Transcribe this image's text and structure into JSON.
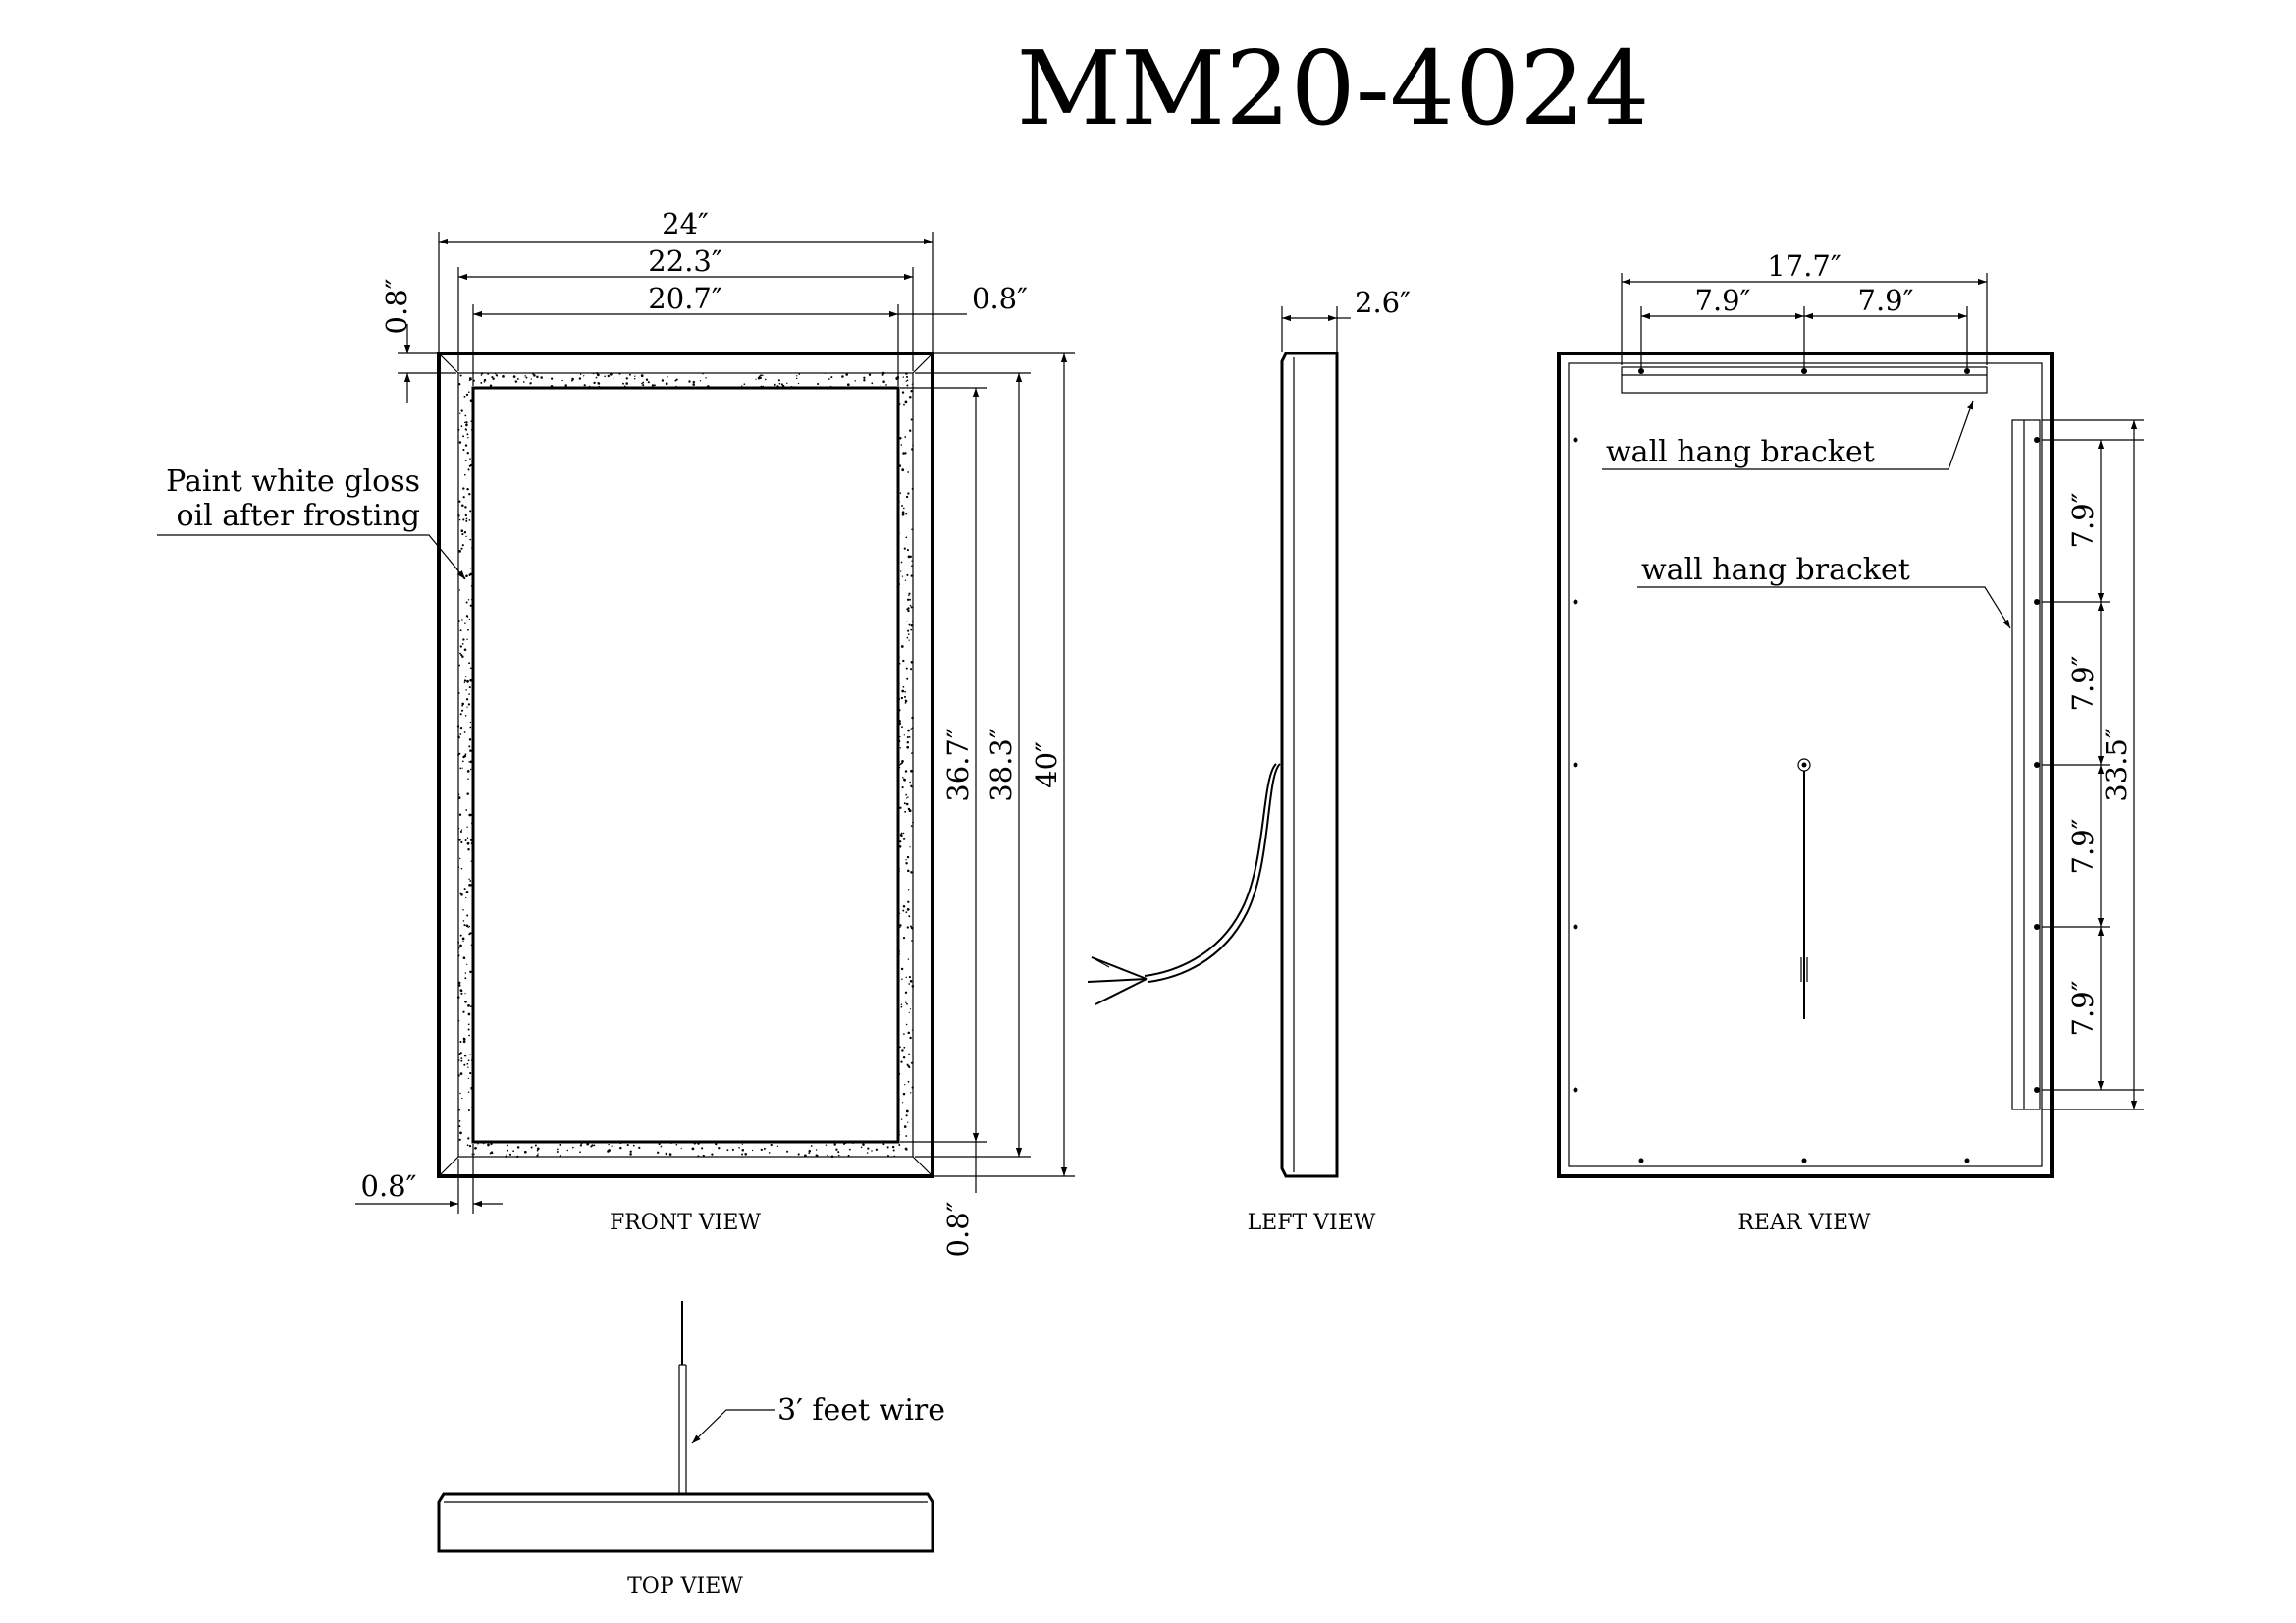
{
  "title": "MM20-4024",
  "front_view": {
    "label": "FRONT VIEW",
    "dim_overall_width": "24″",
    "dim_frost_outer_width": "22.3″",
    "dim_glass_width": "20.7″",
    "dim_border_right": "0.8″",
    "dim_border_top": "0.8″",
    "dim_border_left": "0.8″",
    "dim_border_bottom": "0.8″",
    "dim_glass_height": "36.7″",
    "dim_frost_outer_height": "38.3″",
    "dim_overall_height": "40″",
    "note_line1": "Paint white gloss",
    "note_line2": "oil after frosting"
  },
  "left_view": {
    "label": "LEFT VIEW",
    "dim_depth": "2.6″"
  },
  "rear_view": {
    "label": "REAR VIEW",
    "dim_bracket_width": "17.7″",
    "dim_spacing_left": "7.9″",
    "dim_spacing_right": "7.9″",
    "bracket_top_label": "wall hang bracket",
    "bracket_side_label": "wall hang bracket",
    "dim_side_spacing_1": "7.9″",
    "dim_side_spacing_2": "7.9″",
    "dim_side_spacing_3": "7.9″",
    "dim_side_spacing_4": "7.9″",
    "dim_side_total": "33.5″"
  },
  "top_view": {
    "label": "TOP VIEW",
    "wire_label": "3′ feet wire"
  }
}
